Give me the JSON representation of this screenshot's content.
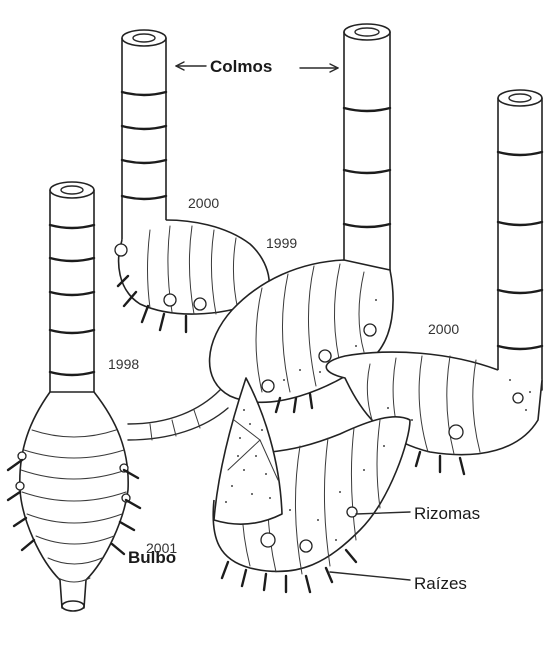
{
  "labels": {
    "colmos": "Colmos",
    "rizomas": "Rizomas",
    "raizes": "Raízes",
    "bulbo": "Bulbo"
  },
  "years": {
    "y1998": "1998",
    "y1999": "1999",
    "y2000_left": "2000",
    "y2000_right": "2000",
    "y2001": "2001"
  },
  "colors": {
    "ink": "#222222",
    "background": "#ffffff"
  }
}
